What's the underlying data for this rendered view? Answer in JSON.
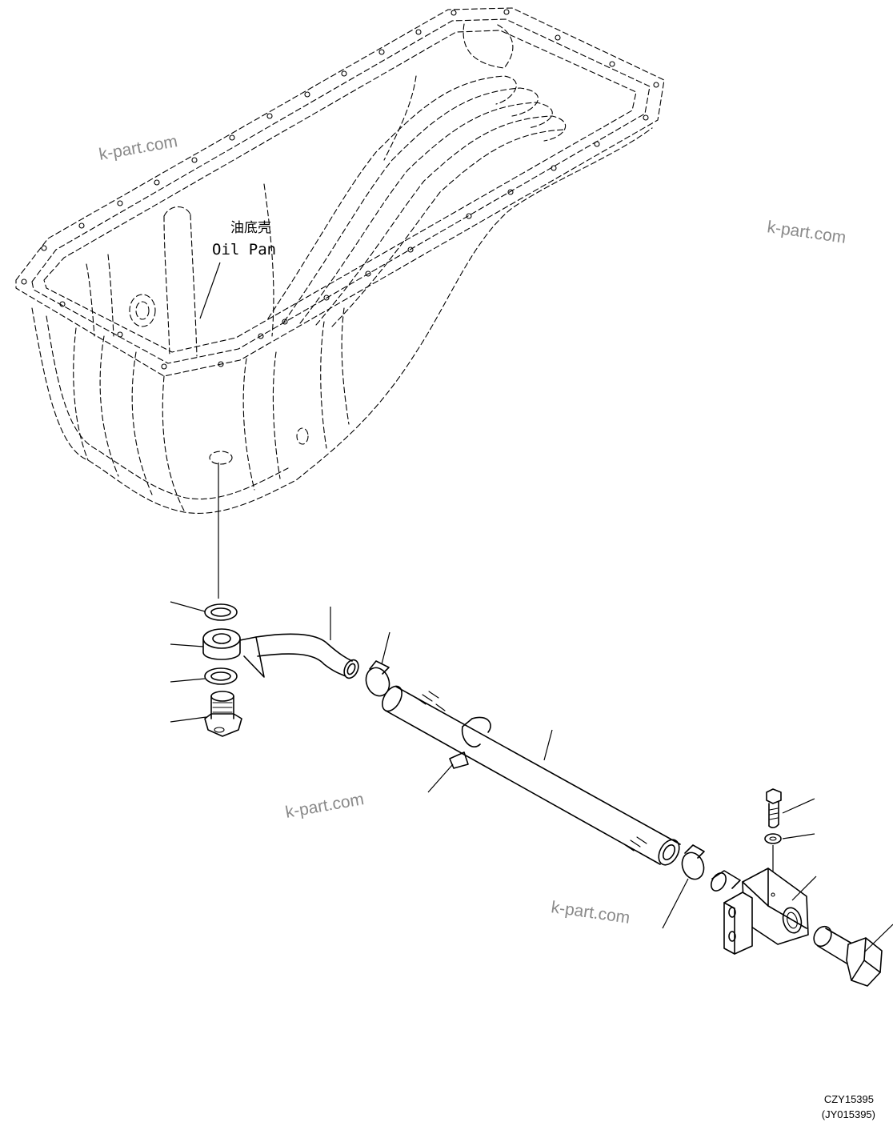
{
  "diagram": {
    "label_cn": "油底壳",
    "label_en": "Oil Pan",
    "watermark": "k-part.com",
    "drawing_code": "CZY15395",
    "drawing_code_alt": "(JY015395)"
  }
}
